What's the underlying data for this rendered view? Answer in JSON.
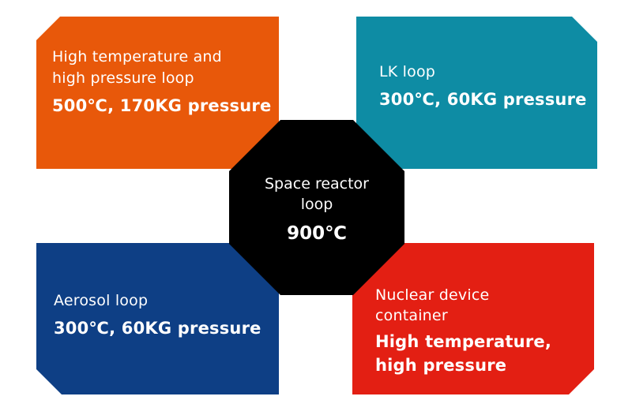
{
  "colors": {
    "orange": "#E8580A",
    "teal": "#0E8CA4",
    "blue": "#0E3F85",
    "red": "#E31F13",
    "black": "#000000",
    "text": "#FFFFFF"
  },
  "panels": {
    "top_left": {
      "label_lines": [
        "High temperature and",
        "high pressure loop"
      ],
      "value": "500℃, 170KG pressure"
    },
    "top_right": {
      "label_lines": [
        "LK loop"
      ],
      "value": "300℃, 60KG pressure"
    },
    "bottom_left": {
      "label_lines": [
        "Aerosol loop"
      ],
      "value": "300℃, 60KG pressure"
    },
    "bottom_right": {
      "label_lines": [
        "Nuclear device",
        "container"
      ],
      "value_lines": [
        "High temperature,",
        "high pressure"
      ]
    }
  },
  "center": {
    "label_lines": [
      "Space reactor",
      "loop"
    ],
    "value": "900℃"
  }
}
